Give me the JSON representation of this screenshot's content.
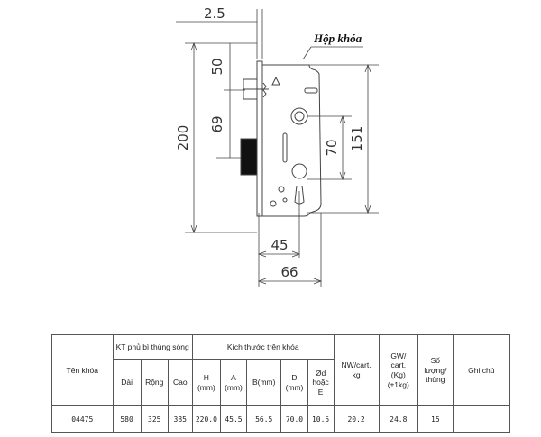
{
  "drawing": {
    "callout": "Hộp khóa",
    "dims": {
      "d2_5": "2.5",
      "d50": "50",
      "d69": "69",
      "d200": "200",
      "d70": "70",
      "d151": "151",
      "d45": "45",
      "d66": "66"
    }
  },
  "table": {
    "h_name": "Tên khóa",
    "h_box": "KT phủ bì thùng sóng",
    "h_dims": "Kích thước trên khóa",
    "h_nw": "NW/cart.\nkg",
    "h_gw": "GW/\ncart.\n(Kg)\n(±1kg)",
    "h_qty": "Số\nlượng/\nthùng",
    "h_note": "Ghi chú",
    "h_len": "Dài",
    "h_wid": "Rộng",
    "h_hei": "Cao",
    "h_H": "H\n(mm)",
    "h_A": "A\n(mm)",
    "h_B": "B(mm)",
    "h_D": "D\n(mm)",
    "h_E": "Ød\nhoặc\nE",
    "row": {
      "name": "04475",
      "len": "580",
      "wid": "325",
      "hei": "385",
      "H": "220.0",
      "A": "45.5",
      "B": "56.5",
      "D": "70.0",
      "E": "10.5",
      "nw": "20.2",
      "gw": "24.8",
      "qty": "15",
      "note": ""
    }
  }
}
